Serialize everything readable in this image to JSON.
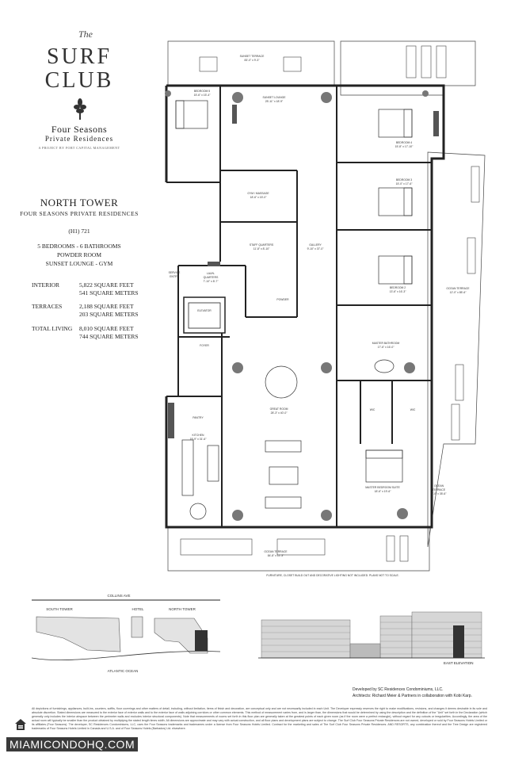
{
  "logo": {
    "the": "The",
    "surf": "SURF",
    "club": "CLUB"
  },
  "brand": {
    "name": "Four Seasons",
    "sub": "Private Residences",
    "project": "A PROJECT BY FORT CAPITAL MANAGEMENT"
  },
  "tower": {
    "title": "NORTH TOWER",
    "subtitle": "FOUR SEASONS PRIVATE RESIDENCES"
  },
  "unit": "(H1) 721",
  "summary": [
    "5 BEDROOMS - 6 BATHROOMS",
    "POWDER ROOM",
    "SUNSET LOUNGE - GYM"
  ],
  "stats": [
    {
      "label": "INTERIOR",
      "values": [
        "5,822 SQUARE FEET",
        "541 SQUARE METERS"
      ]
    },
    {
      "label": "TERRACES",
      "values": [
        "2,188 SQUARE FEET",
        "203 SQUARE METERS"
      ]
    },
    {
      "label": "TOTAL LIVING",
      "values": [
        "8,010 SQUARE FEET",
        "744 SQUARE METERS"
      ]
    }
  ],
  "rooms": {
    "sunset_terrace": [
      "SUNSET TERRACE",
      "83'-0\" x 9'-3\""
    ],
    "bedroom5": [
      "BEDROOM 5",
      "15'-6\" x 15'-4\""
    ],
    "sunset_lounge": [
      "SUNSET LOUNGE",
      "25'-11\" x 18'-9\""
    ],
    "bedroom4": [
      "BEDROOM 4",
      "15'-8\" x 17'-10\""
    ],
    "bedroom3": [
      "BEDROOM 3",
      "15'-0\" x 17'-6\""
    ],
    "gym": [
      "GYM / MASSAGE",
      "18'-6\" x 15'-0\""
    ],
    "staff": [
      "STAFF QUARTERS",
      "11'-8\" x 8'-10\""
    ],
    "gallery": [
      "GALLERY",
      "9'-10\" x 37'-0\""
    ],
    "bedroom2": [
      "BEDROOM 2",
      "13'-6\" x 16'-3\""
    ],
    "service_entry": [
      "SERVICE",
      "ENTRY"
    ],
    "laundry": [
      "LAUN-",
      "QUARTERS",
      "7'-10\" x 8'-7\""
    ],
    "powder": [
      "POWDER"
    ],
    "elevator": [
      "ELEVATOR"
    ],
    "foyer": [
      "FOYER"
    ],
    "master_bath": [
      "MASTER BATHROOM",
      "17'-6\" x 16'-0\""
    ],
    "ocean_terrace_e": [
      "OCEAN TERRACE",
      "12'-0\" x 85'-6\""
    ],
    "pantry": [
      "PANTRY"
    ],
    "kitchen": [
      "KITCHEN",
      "15'-9\" x 31'-6\""
    ],
    "great_room": [
      "GREAT ROOM",
      "28'-3\" x 40'-0\""
    ],
    "wic1": [
      "WIC"
    ],
    "wic2": [
      "WIC"
    ],
    "master_suite": [
      "MASTER BEDROOM SUITE",
      "18'-6\" x 19'-6\""
    ],
    "ocean_terrace_se": [
      "OCEAN",
      "TERRACE",
      "7'-0\" x 35'-6\""
    ],
    "ocean_terrace_s": [
      "OCEAN TERRACE",
      "84'-8\" x 11'-3\""
    ],
    "disclaimer": "FURNITURE, CLOSET BUILD OUT AND DECORATIVE LIGHTING NOT INCLUDED. PLANS NOT TO SCALE."
  },
  "map": {
    "street": "COLLINS AVE",
    "south": "SOUTH TOWER",
    "hotel": "HOTEL",
    "north": "NORTH TOWER",
    "ocean": "ATLANTIC OCEAN"
  },
  "elevation": "EAST ELEVATION",
  "developer": [
    "Developed by SC Residences Condominiums, LLC.",
    "Architects: Richard Meier & Partners in collaboration with Kobi Karp."
  ],
  "legal": "All depictions of furnishings, appliances, built-ins, counters, soffits, floor coverings and other matters of detail, including, without limitation, items of finish and decoration, are conceptual only and are not necessarily included in each Unit. The Developer expressly reserves the right to make modifications, revisions, and changes it deems desirable in its sole and absolute discretion. Stated dimensions are measured to the exterior face of exterior walls and to the exterior face of walls adjoining corridors or other common elements. This method of measurement varies from, and is larger than, the dimensions that would be determined by using the description and the definition of the \"Unit\" set forth in the Declaration (which generally only includes the interior airspace between the perimeter walls and excludes interior structural components). Note that measurements of rooms set forth in this floor plan are generally taken at the greatest points of each given room (as if the room were a perfect rectangle), without regard for any cutouts or irregularities. Accordingly, the area of the actual room will typically be smaller than the product obtained by multiplying the stated length times width. All dimensions are approximate and may vary with actual construction, and all floor plans and development plans are subject to change. The Surf Club Four Seasons Private Residences are not owned, developed or sold by Four Seasons Hotels Limited or its affiliates (Four Seasons). The developer, SC Residences Condominiums, LLC, uses the Four Seasons trademarks and tradenames under a license from Four Seasons Hotels Limited. Contract for the marketing and sales of The Surf Club Four Seasons Private Residences. AND RESORTS, any combination thereof and the Tree Design are registered trademarks of Four Seasons Hotels Limited in Canada and U.S.A. and of Four Seasons Hotels (Barbados) Ltd. elsewhere.",
  "watermark": "MIAMICONDOHQ.COM"
}
